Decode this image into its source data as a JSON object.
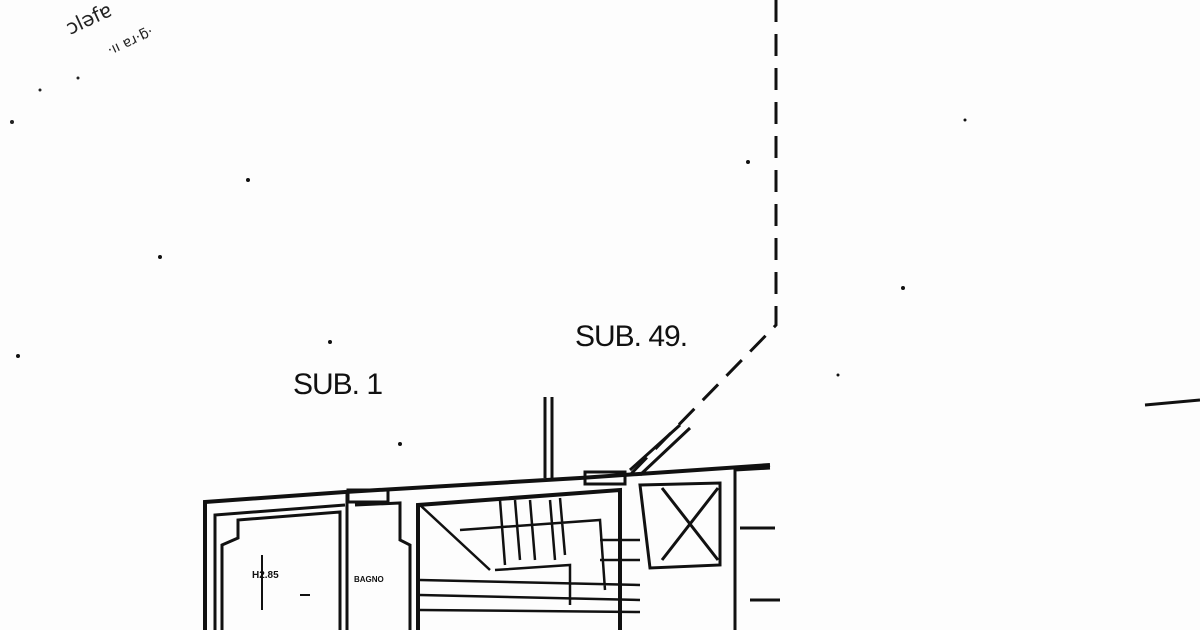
{
  "plan": {
    "labels": {
      "sub_49": "SUB. 49.",
      "sub_1": "SUB. 1",
      "height": "H2.85",
      "bathroom": "BAGNO"
    },
    "stamp_text": "...elo ... arde..."
  }
}
